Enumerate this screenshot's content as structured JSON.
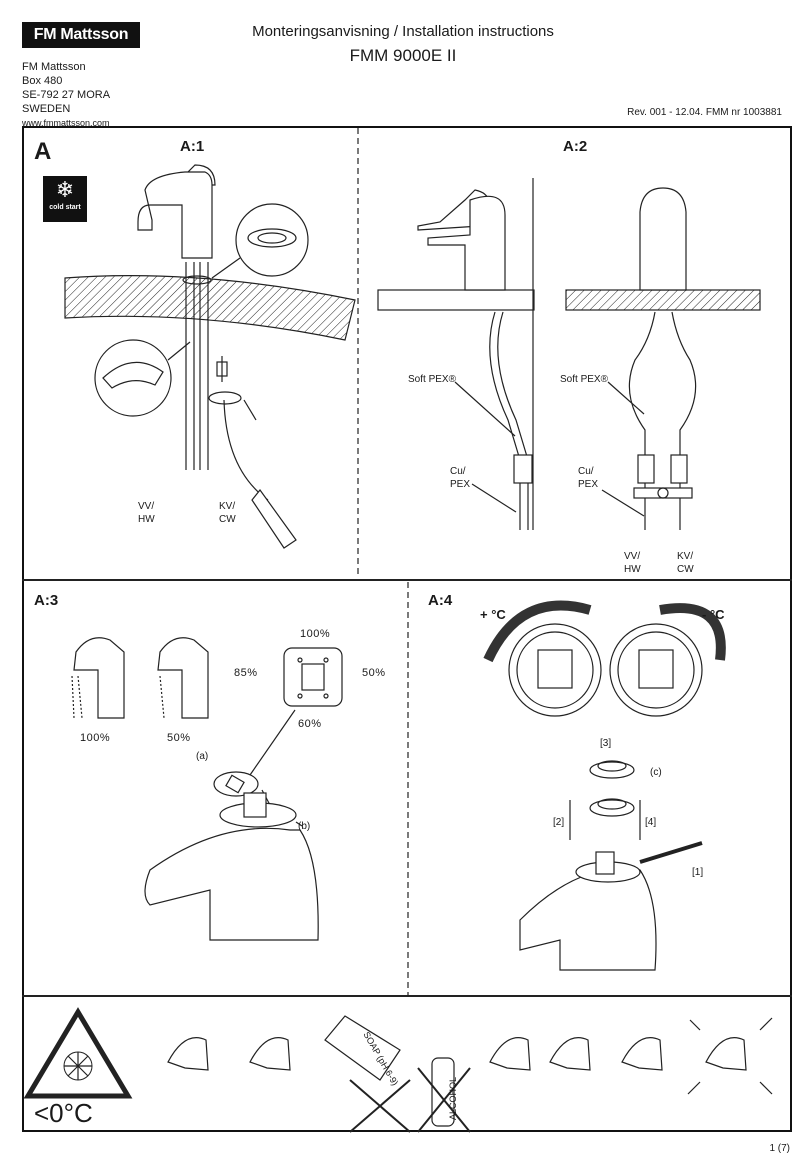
{
  "header": {
    "logo": "FM Mattsson",
    "address": [
      "FM Mattsson",
      "Box 480",
      "SE-792 27 MORA",
      "SWEDEN"
    ],
    "website": "www.fmmattsson.com",
    "title": "Monteringsanvisning / Installation instructions",
    "model": "FMM 9000E II",
    "revision": "Rev. 001 - 12.04. FMM nr 1003881"
  },
  "section_a": {
    "label": "A",
    "a1": {
      "label": "A:1",
      "cold_start": "cold start",
      "pipe_left": [
        "VV/",
        "HW"
      ],
      "pipe_right": [
        "KV/",
        "CW"
      ]
    },
    "a2": {
      "label": "A:2",
      "soft_pex": "Soft PEX®",
      "cu_pex": [
        "Cu/",
        "PEX"
      ],
      "pipe_left": [
        "VV/",
        "HW"
      ],
      "pipe_right": [
        "KV/",
        "CW"
      ]
    }
  },
  "section_a3": {
    "label": "A:3",
    "flow_full": "100%",
    "flow_half": "50%",
    "dial_top": "100%",
    "dial_left": "85%",
    "dial_right": "50%",
    "dial_bottom": "60%",
    "callout_a": "(a)",
    "callout_b": "(b)"
  },
  "section_a4": {
    "label": "A:4",
    "plus_temp": "+ °C",
    "minus_temp": "- °C",
    "step_1": "[1]",
    "step_2": "[2]",
    "step_3": "[3]",
    "step_4": "[4]",
    "callout_c": "(c)"
  },
  "care": {
    "temp_warning": "<0°C",
    "soap_label": "SOAP (pH 6-9)",
    "alcohol_label": "ALCOHOL"
  },
  "footer": {
    "page": "1 (7)"
  }
}
